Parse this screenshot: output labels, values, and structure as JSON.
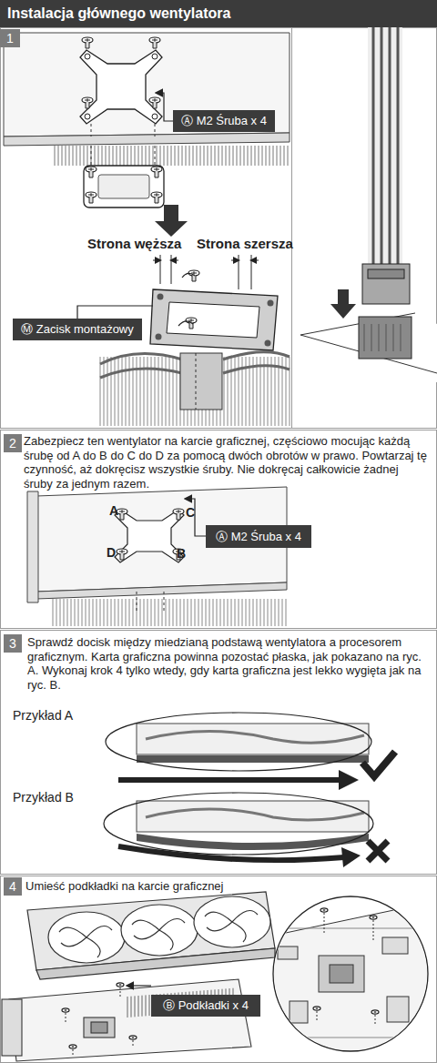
{
  "diagram": {
    "title": "Instalacja głównego wentylatora",
    "nodes": [
      {
        "text": [
          "1"
        ]
      },
      {
        "text": [
          "Ⓐ M2 Śruba x 4"
        ]
      },
      {
        "text": [
          "Ⓜ Zacisk montażowy"
        ]
      },
      {
        "text": [
          "2"
        ]
      },
      {
        "text": [
          "Ⓐ M2 Śruba x 4"
        ]
      },
      {
        "text": [
          "3"
        ]
      },
      {
        "text": [
          "4"
        ]
      },
      {
        "text": [
          "Ⓑ Podkładki x 4"
        ]
      }
    ],
    "labels": [
      "Strona węższa",
      "Strona szersza",
      "Zabezpiecz ten wentylator na karcie graficznej, częściowo mocując każdą śrubę od A do B do C do D za pomocą dwóch obrotów w prawo. Powtarzaj tę czynność, aż dokręcisz wszystkie śruby. Nie dokręcaj całkowicie żadnej śruby za jednym razem.",
      "A",
      "C",
      "D",
      "B",
      "Sprawdź docisk między miedzianą podstawą wentylatora a procesorem graficznym. Karta graficzna powinna pozostać płaska, jak pokazano na ryc. A. Wykonaj krok 4 tylko wtedy, gdy karta graficzna jest lekko wygięta jak na ryc. B.",
      "Przykład A",
      "Przykład B",
      "Umieść podkładki na karcie graficznej"
    ]
  }
}
